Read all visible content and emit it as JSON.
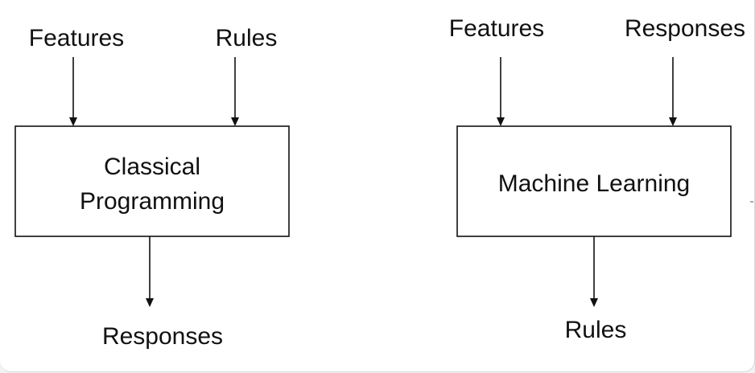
{
  "classical": {
    "input_left": "Features",
    "input_right": "Rules",
    "box_line1": "Classical",
    "box_line2": "Programming",
    "output": "Responses"
  },
  "ml": {
    "input_left": "Features",
    "input_right": "Responses",
    "box_label": "Machine Learning",
    "output": "Rules"
  },
  "colors": {
    "line": "#111111",
    "text": "#111111",
    "background": "#ffffff"
  }
}
